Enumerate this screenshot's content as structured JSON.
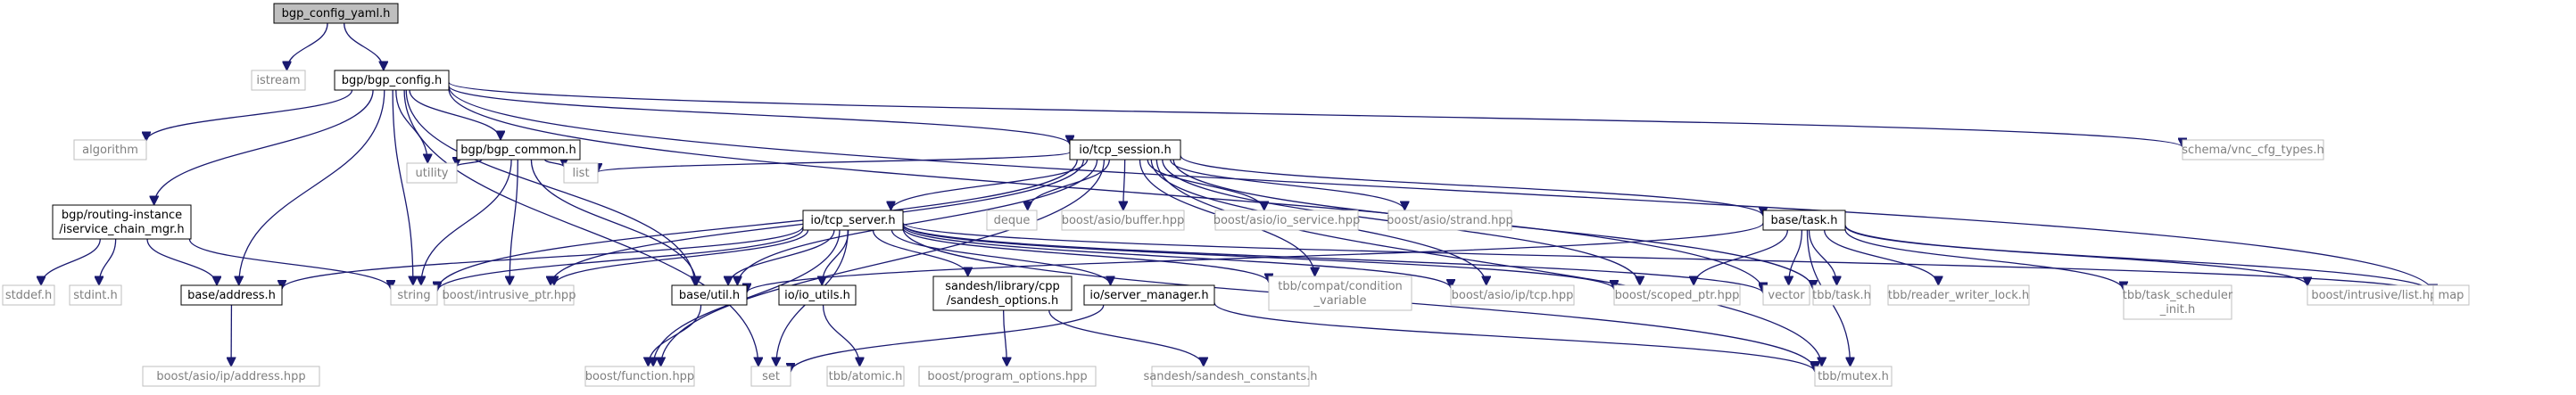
{
  "colors": {
    "edge": "#191970",
    "box_border": "#000000",
    "ext_border": "#bfbfbf",
    "root_fill": "#bfbfbf",
    "text": "#000000",
    "ext_text": "#7f7f7f"
  },
  "nodes": [
    {
      "id": "root",
      "lines": [
        "bgp_config_yaml.h"
      ],
      "kind": "root"
    },
    {
      "id": "istream",
      "lines": [
        "istream"
      ],
      "kind": "ext"
    },
    {
      "id": "bgp_config",
      "lines": [
        "bgp/bgp_config.h"
      ],
      "kind": "local"
    },
    {
      "id": "algorithm",
      "lines": [
        "algorithm"
      ],
      "kind": "ext"
    },
    {
      "id": "bgp_common",
      "lines": [
        "bgp/bgp_common.h"
      ],
      "kind": "local"
    },
    {
      "id": "utility",
      "lines": [
        "utility"
      ],
      "kind": "ext"
    },
    {
      "id": "list",
      "lines": [
        "list"
      ],
      "kind": "ext"
    },
    {
      "id": "tcp_session",
      "lines": [
        "io/tcp_session.h"
      ],
      "kind": "local"
    },
    {
      "id": "vnc_cfg",
      "lines": [
        "schema/vnc_cfg_types.h"
      ],
      "kind": "ext"
    },
    {
      "id": "service_chain",
      "lines": [
        "bgp/routing-instance",
        "/iservice_chain_mgr.h"
      ],
      "kind": "local"
    },
    {
      "id": "deque",
      "lines": [
        "deque"
      ],
      "kind": "ext"
    },
    {
      "id": "asio_buffer",
      "lines": [
        "boost/asio/buffer.hpp"
      ],
      "kind": "ext"
    },
    {
      "id": "asio_io_service",
      "lines": [
        "boost/asio/io_service.hpp"
      ],
      "kind": "ext"
    },
    {
      "id": "asio_strand",
      "lines": [
        "boost/asio/strand.hpp"
      ],
      "kind": "ext"
    },
    {
      "id": "tcp_server",
      "lines": [
        "io/tcp_server.h"
      ],
      "kind": "local"
    },
    {
      "id": "base_task",
      "lines": [
        "base/task.h"
      ],
      "kind": "local"
    },
    {
      "id": "stddef",
      "lines": [
        "stddef.h"
      ],
      "kind": "ext"
    },
    {
      "id": "stdint",
      "lines": [
        "stdint.h"
      ],
      "kind": "ext"
    },
    {
      "id": "base_address",
      "lines": [
        "base/address.h"
      ],
      "kind": "local"
    },
    {
      "id": "string",
      "lines": [
        "string"
      ],
      "kind": "ext"
    },
    {
      "id": "intrusive_ptr",
      "lines": [
        "boost/intrusive_ptr.hpp"
      ],
      "kind": "ext"
    },
    {
      "id": "base_util",
      "lines": [
        "base/util.h"
      ],
      "kind": "local"
    },
    {
      "id": "io_utils",
      "lines": [
        "io/io_utils.h"
      ],
      "kind": "local"
    },
    {
      "id": "sandesh_options",
      "lines": [
        "sandesh/library/cpp",
        "/sandesh_options.h"
      ],
      "kind": "local"
    },
    {
      "id": "server_manager",
      "lines": [
        "io/server_manager.h"
      ],
      "kind": "local"
    },
    {
      "id": "tbb_condvar",
      "lines": [
        "tbb/compat/condition",
        "_variable"
      ],
      "kind": "ext"
    },
    {
      "id": "asio_ip_tcp",
      "lines": [
        "boost/asio/ip/tcp.hpp"
      ],
      "kind": "ext"
    },
    {
      "id": "scoped_ptr",
      "lines": [
        "boost/scoped_ptr.hpp"
      ],
      "kind": "ext"
    },
    {
      "id": "vector",
      "lines": [
        "vector"
      ],
      "kind": "ext"
    },
    {
      "id": "tbb_task",
      "lines": [
        "tbb/task.h"
      ],
      "kind": "ext"
    },
    {
      "id": "tbb_rwlock",
      "lines": [
        "tbb/reader_writer_lock.h"
      ],
      "kind": "ext"
    },
    {
      "id": "tbb_scheduler",
      "lines": [
        "tbb/task_scheduler",
        "_init.h"
      ],
      "kind": "ext"
    },
    {
      "id": "intrusive_list",
      "lines": [
        "boost/intrusive/list.hpp"
      ],
      "kind": "ext"
    },
    {
      "id": "map",
      "lines": [
        "map"
      ],
      "kind": "ext"
    },
    {
      "id": "asio_ip_address",
      "lines": [
        "boost/asio/ip/address.hpp"
      ],
      "kind": "ext"
    },
    {
      "id": "boost_function",
      "lines": [
        "boost/function.hpp"
      ],
      "kind": "ext"
    },
    {
      "id": "set",
      "lines": [
        "set"
      ],
      "kind": "ext"
    },
    {
      "id": "tbb_atomic",
      "lines": [
        "tbb/atomic.h"
      ],
      "kind": "ext"
    },
    {
      "id": "program_options",
      "lines": [
        "boost/program_options.hpp"
      ],
      "kind": "ext"
    },
    {
      "id": "sandesh_constants",
      "lines": [
        "sandesh/sandesh_constants.h"
      ],
      "kind": "ext"
    },
    {
      "id": "tbb_mutex",
      "lines": [
        "tbb/mutex.h"
      ],
      "kind": "ext"
    }
  ],
  "edges": [
    [
      "root",
      "istream"
    ],
    [
      "root",
      "bgp_config"
    ],
    [
      "bgp_config",
      "algorithm"
    ],
    [
      "bgp_config",
      "service_chain"
    ],
    [
      "bgp_config",
      "base_address"
    ],
    [
      "bgp_config",
      "string"
    ],
    [
      "bgp_config",
      "set"
    ],
    [
      "bgp_config",
      "utility"
    ],
    [
      "bgp_config",
      "bgp_common"
    ],
    [
      "bgp_config",
      "base_util"
    ],
    [
      "bgp_config",
      "tcp_session"
    ],
    [
      "bgp_config",
      "vector"
    ],
    [
      "bgp_config",
      "map"
    ],
    [
      "bgp_config",
      "vnc_cfg"
    ],
    [
      "service_chain",
      "stddef"
    ],
    [
      "service_chain",
      "stdint"
    ],
    [
      "service_chain",
      "base_address"
    ],
    [
      "service_chain",
      "string"
    ],
    [
      "bgp_common",
      "utility"
    ],
    [
      "bgp_common",
      "list"
    ],
    [
      "bgp_common",
      "string"
    ],
    [
      "bgp_common",
      "intrusive_ptr"
    ],
    [
      "bgp_common",
      "base_util"
    ],
    [
      "tcp_session",
      "list"
    ],
    [
      "tcp_session",
      "deque"
    ],
    [
      "tcp_session",
      "asio_buffer"
    ],
    [
      "tcp_session",
      "asio_io_service"
    ],
    [
      "tcp_session",
      "asio_strand"
    ],
    [
      "tcp_session",
      "tcp_server"
    ],
    [
      "tcp_session",
      "base_task"
    ],
    [
      "tcp_session",
      "string"
    ],
    [
      "tcp_session",
      "intrusive_ptr"
    ],
    [
      "tcp_session",
      "base_util"
    ],
    [
      "tcp_session",
      "boost_function"
    ],
    [
      "tcp_session",
      "tbb_condvar"
    ],
    [
      "tcp_session",
      "asio_ip_tcp"
    ],
    [
      "tcp_session",
      "scoped_ptr"
    ],
    [
      "tcp_session",
      "tbb_task"
    ],
    [
      "tcp_session",
      "tbb_mutex"
    ],
    [
      "tcp_server",
      "base_address"
    ],
    [
      "tcp_server",
      "string"
    ],
    [
      "tcp_server",
      "intrusive_ptr"
    ],
    [
      "tcp_server",
      "base_util"
    ],
    [
      "tcp_server",
      "set"
    ],
    [
      "tcp_server",
      "io_utils"
    ],
    [
      "tcp_server",
      "sandesh_options"
    ],
    [
      "tcp_server",
      "server_manager"
    ],
    [
      "tcp_server",
      "tbb_condvar"
    ],
    [
      "tcp_server",
      "asio_ip_tcp"
    ],
    [
      "tcp_server",
      "scoped_ptr"
    ],
    [
      "tcp_server",
      "vector"
    ],
    [
      "tcp_server",
      "map"
    ],
    [
      "tcp_server",
      "tbb_mutex"
    ],
    [
      "tcp_server",
      "boost_function"
    ],
    [
      "base_task",
      "base_util"
    ],
    [
      "base_task",
      "scoped_ptr"
    ],
    [
      "base_task",
      "vector"
    ],
    [
      "base_task",
      "tbb_task"
    ],
    [
      "base_task",
      "tbb_rwlock"
    ],
    [
      "base_task",
      "tbb_scheduler"
    ],
    [
      "base_task",
      "intrusive_list"
    ],
    [
      "base_task",
      "map"
    ],
    [
      "base_task",
      "tbb_mutex"
    ],
    [
      "base_address",
      "asio_ip_address"
    ],
    [
      "base_util",
      "boost_function"
    ],
    [
      "io_utils",
      "tbb_atomic"
    ],
    [
      "sandesh_options",
      "program_options"
    ],
    [
      "sandesh_options",
      "sandesh_constants"
    ],
    [
      "server_manager",
      "set"
    ],
    [
      "server_manager",
      "tbb_mutex"
    ]
  ]
}
